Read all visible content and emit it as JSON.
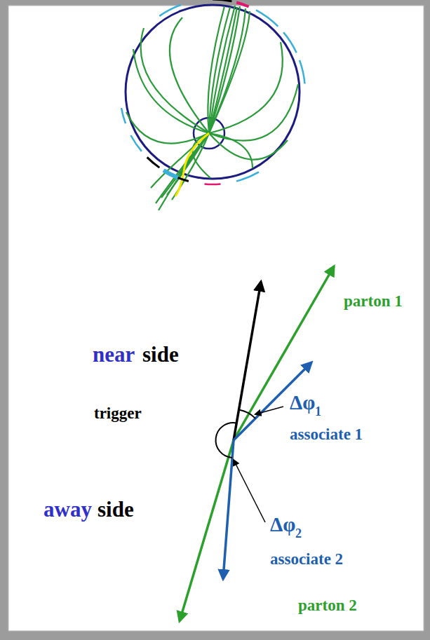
{
  "diagram": {
    "labels": [
      "near",
      "side",
      "trigger",
      "parton 1",
      "Δφ",
      "1",
      "associate 1",
      "away",
      "side",
      "Δφ",
      "2",
      "associate 2",
      "parton 2"
    ]
  }
}
